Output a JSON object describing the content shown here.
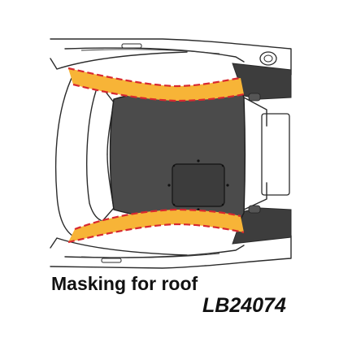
{
  "caption": {
    "title": "Masking for roof",
    "code": "LB24074"
  },
  "colors": {
    "roof_fill": "#4b4b4b",
    "mask_fill": "#f7b437",
    "mask_dash": "#d8282f",
    "line": "#2b2b2b",
    "background": "#ffffff"
  },
  "icons": [
    "car-top-view"
  ]
}
